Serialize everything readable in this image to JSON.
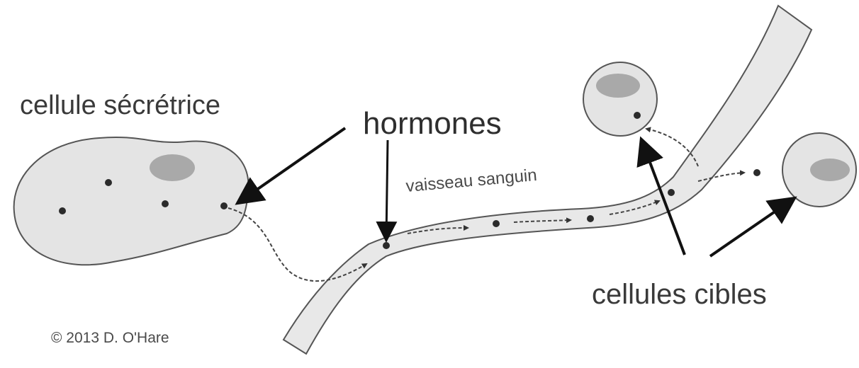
{
  "labels": {
    "secretory_cell": "cellule sécrétrice",
    "hormones": "hormones",
    "blood_vessel": "vaisseau sanguin",
    "target_cells": "cellules cibles",
    "copyright": "© 2013 D. O'Hare"
  },
  "colors": {
    "cell_fill": "#e4e4e4",
    "nucleus_fill": "#a9a9a9",
    "vessel_fill": "#e8e8e8",
    "outline": "#555555",
    "arrow": "#111111",
    "hormone_dot": "#2b2b2b"
  }
}
